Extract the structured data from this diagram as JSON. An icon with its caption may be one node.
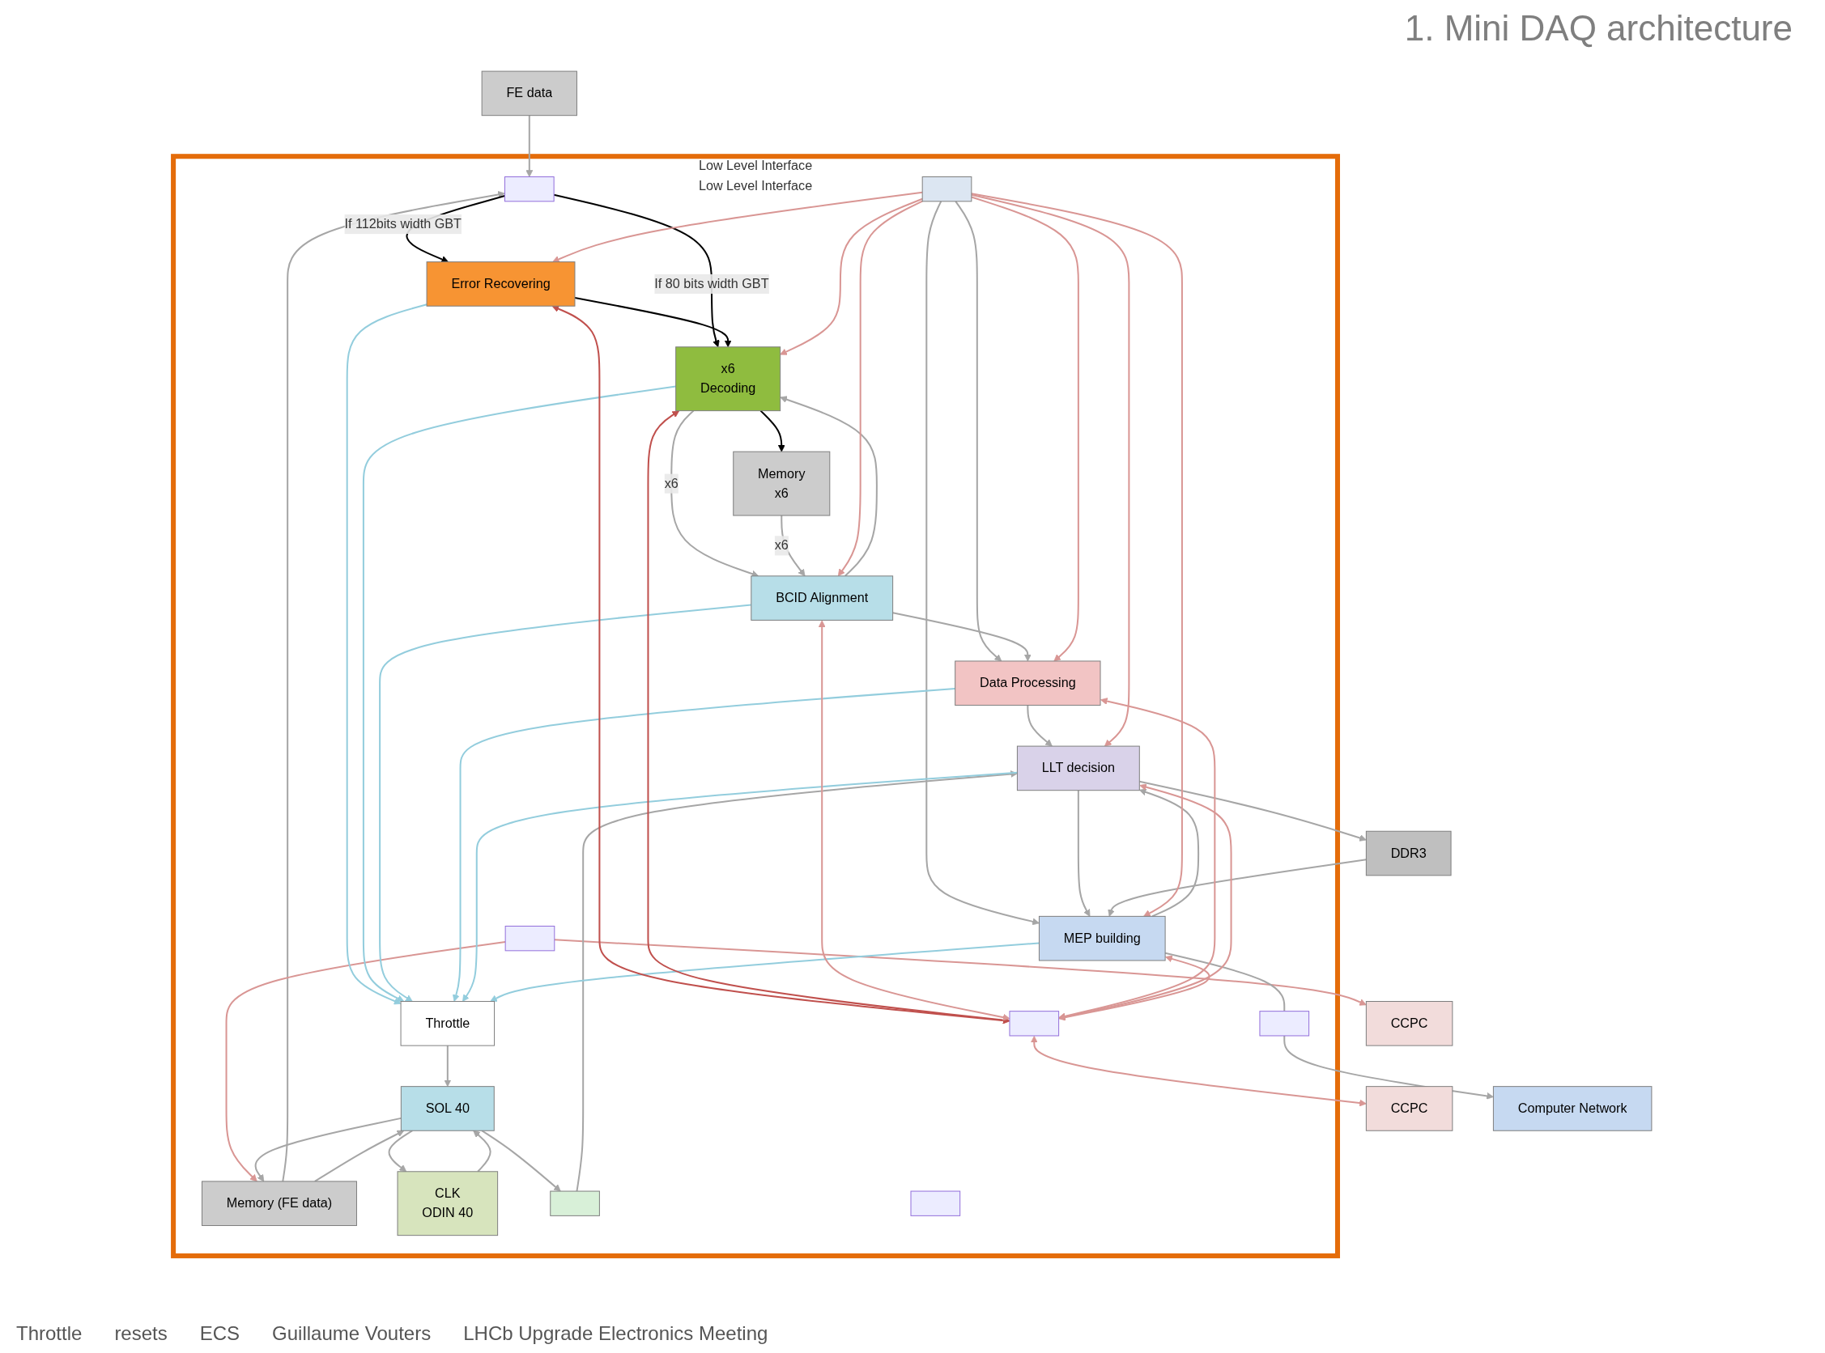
{
  "diagram": {
    "title": "1. Mini DAQ architecture",
    "nodes": [
      {
        "text": [
          "FE data"
        ]
      },
      {
        "text": [
          "CCPC"
        ]
      },
      {
        "text": [
          "Low Level Interface",
          "Low Level Interface"
        ]
      },
      {
        "text": [],
        "shape": "box",
        "in": 2
      },
      {
        "text": [
          "Memory (FE data)"
        ],
        "in": 2
      },
      {
        "text": [
          "CLK",
          "ODIN 40"
        ],
        "in": 2
      },
      {
        "text": [
          "SOL 40"
        ],
        "in": 2
      },
      {
        "text": [
          "Throttle"
        ],
        "in": 2
      },
      {
        "text": [],
        "shape": "box",
        "in": 2
      },
      {
        "text": [],
        "shape": "box",
        "in": 2
      },
      {
        "text": [],
        "shape": "box",
        "in": 2
      },
      {
        "text": [
          "Error Recovering"
        ],
        "in": 2
      },
      {
        "text": [
          "x6",
          "Decoding"
        ],
        "in": 2
      },
      {
        "text": [
          "Memory",
          "x6"
        ],
        "in": 2
      },
      {
        "text": [
          "BCID Alignment"
        ],
        "in": 2
      },
      {
        "text": [
          "Data Processing"
        ],
        "in": 2
      },
      {
        "text": [
          "LLT decision"
        ],
        "in": 2
      },
      {
        "text": [
          "MEP building"
        ],
        "in": 2
      },
      {
        "text": [],
        "shape": "box",
        "in": 2
      },
      {
        "text": [],
        "shape": "box",
        "in": 2
      },
      {
        "text": [],
        "shape": "box",
        "in": 2
      },
      {
        "text": [
          "CCPC"
        ]
      },
      {
        "text": [
          "DDR3"
        ]
      },
      {
        "text": [
          "Computer Network"
        ]
      }
    ],
    "edges": [
      {
        "from": 0,
        "to": 10,
        "arrow": "to"
      },
      {
        "from": 4,
        "to": 10,
        "arrow": "to"
      },
      {
        "from": 3,
        "to": 1,
        "arrow": "to",
        "color": "#d99694"
      },
      {
        "from": 3,
        "to": 4,
        "arrow": "to",
        "color": "#d99694"
      },
      {
        "from": 4,
        "to": 6,
        "arrow": "to"
      },
      {
        "from": 6,
        "to": 4,
        "arrow": "to"
      },
      {
        "from": 6,
        "to": 5,
        "arrow": "to"
      },
      {
        "from": 5,
        "to": 6,
        "arrow": "to"
      },
      {
        "from": 7,
        "to": 6,
        "arrow": "to"
      },
      {
        "from": 6,
        "to": 8,
        "arrow": "to"
      },
      {
        "from": 8,
        "to": 16,
        "arrow": "to"
      },
      {
        "from": 9,
        "to": 15,
        "arrow": "to"
      },
      {
        "from": 9,
        "to": 17,
        "arrow": "to"
      },
      {
        "from": 10,
        "to": 12,
        "label": "If 80 bits width GBT",
        "arrow": "to",
        "color": "#000000"
      },
      {
        "from": 10,
        "to": 11,
        "label": "If 112bits width GBT",
        "arrow": "to",
        "color": "#000000"
      },
      {
        "from": 11,
        "to": 12,
        "arrow": "to",
        "color": "#000000"
      },
      {
        "from": 14,
        "to": 12,
        "arrow": "to"
      },
      {
        "from": 12,
        "to": 14,
        "label": "x6",
        "arrow": "to"
      },
      {
        "from": 12,
        "to": 13,
        "arrow": "to",
        "color": "#000000"
      },
      {
        "from": 13,
        "to": 14,
        "label": "x6",
        "arrow": "to"
      },
      {
        "from": 14,
        "to": 15,
        "arrow": "to"
      },
      {
        "from": 15,
        "to": 16,
        "arrow": "to"
      },
      {
        "from": 17,
        "to": 16,
        "arrow": "to"
      },
      {
        "from": 16,
        "to": 17,
        "arrow": "to"
      },
      {
        "from": 16,
        "to": 22,
        "arrow": "to"
      },
      {
        "from": 22,
        "to": 17,
        "arrow": "to"
      },
      {
        "from": 17,
        "to": 18,
        "arrow": "none"
      },
      {
        "from": 18,
        "to": 23,
        "arrow": "to"
      },
      {
        "from": 11,
        "to": 7,
        "arrow": "to",
        "color": "#93cddd"
      },
      {
        "from": 12,
        "to": 7,
        "arrow": "to",
        "color": "#93cddd"
      },
      {
        "from": 14,
        "to": 7,
        "arrow": "to",
        "color": "#93cddd"
      },
      {
        "from": 15,
        "to": 7,
        "arrow": "to",
        "color": "#93cddd"
      },
      {
        "from": 16,
        "to": 7,
        "arrow": "to",
        "color": "#93cddd"
      },
      {
        "from": 17,
        "to": 7,
        "arrow": "to",
        "color": "#93cddd"
      },
      {
        "from": 9,
        "to": 11,
        "arrow": "to",
        "color": "#d99694"
      },
      {
        "from": 9,
        "to": 12,
        "arrow": "to",
        "color": "#d99694"
      },
      {
        "from": 9,
        "to": 14,
        "arrow": "to",
        "color": "#d99694"
      },
      {
        "from": 9,
        "to": 15,
        "arrow": "to",
        "color": "#d99694"
      },
      {
        "from": 9,
        "to": 16,
        "arrow": "to",
        "color": "#d99694"
      },
      {
        "from": 9,
        "to": 17,
        "arrow": "to",
        "color": "#d99694"
      },
      {
        "from": 11,
        "to": 19,
        "arrow": "both",
        "color": "#c0504d"
      },
      {
        "from": 12,
        "to": 19,
        "arrow": "both",
        "color": "#c0504d"
      },
      {
        "from": 14,
        "to": 19,
        "arrow": "both",
        "color": "#d99694"
      },
      {
        "from": 15,
        "to": 19,
        "arrow": "both",
        "color": "#d99694"
      },
      {
        "from": 16,
        "to": 19,
        "arrow": "both",
        "color": "#d99694"
      },
      {
        "from": 17,
        "to": 19,
        "arrow": "both",
        "color": "#d99694"
      },
      {
        "from": 19,
        "to": 21,
        "arrow": "both",
        "color": "#d99694"
      }
    ],
    "labels": [
      "Throttle",
      "resets",
      "ECS",
      "Guillaume Vouters",
      "LHCb Upgrade Electronics Meeting"
    ]
  }
}
